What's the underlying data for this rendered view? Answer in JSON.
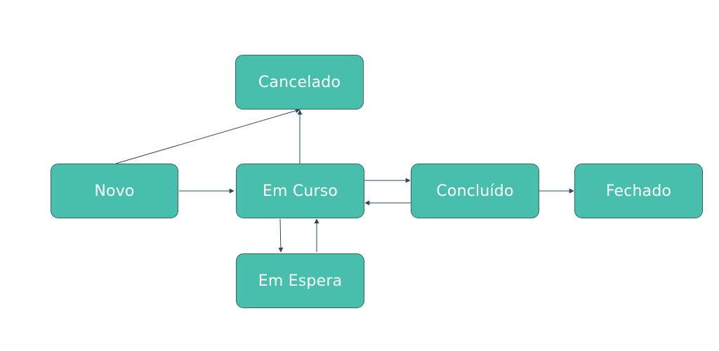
{
  "diagram": {
    "node_fill": "#47bfac",
    "edge_color": "#2c4a5e",
    "nodes": {
      "cancelado": "Cancelado",
      "novo": "Novo",
      "em_curso": "Em Curso",
      "concluido": "Concluído",
      "fechado": "Fechado",
      "em_espera": "Em Espera"
    },
    "edges": [
      {
        "from": "Novo",
        "to": "Em Curso"
      },
      {
        "from": "Novo",
        "to": "Cancelado"
      },
      {
        "from": "Em Curso",
        "to": "Cancelado"
      },
      {
        "from": "Em Curso",
        "to": "Concluído"
      },
      {
        "from": "Concluído",
        "to": "Em Curso"
      },
      {
        "from": "Concluído",
        "to": "Fechado"
      },
      {
        "from": "Em Curso",
        "to": "Em Espera"
      },
      {
        "from": "Em Espera",
        "to": "Em Curso"
      }
    ]
  }
}
